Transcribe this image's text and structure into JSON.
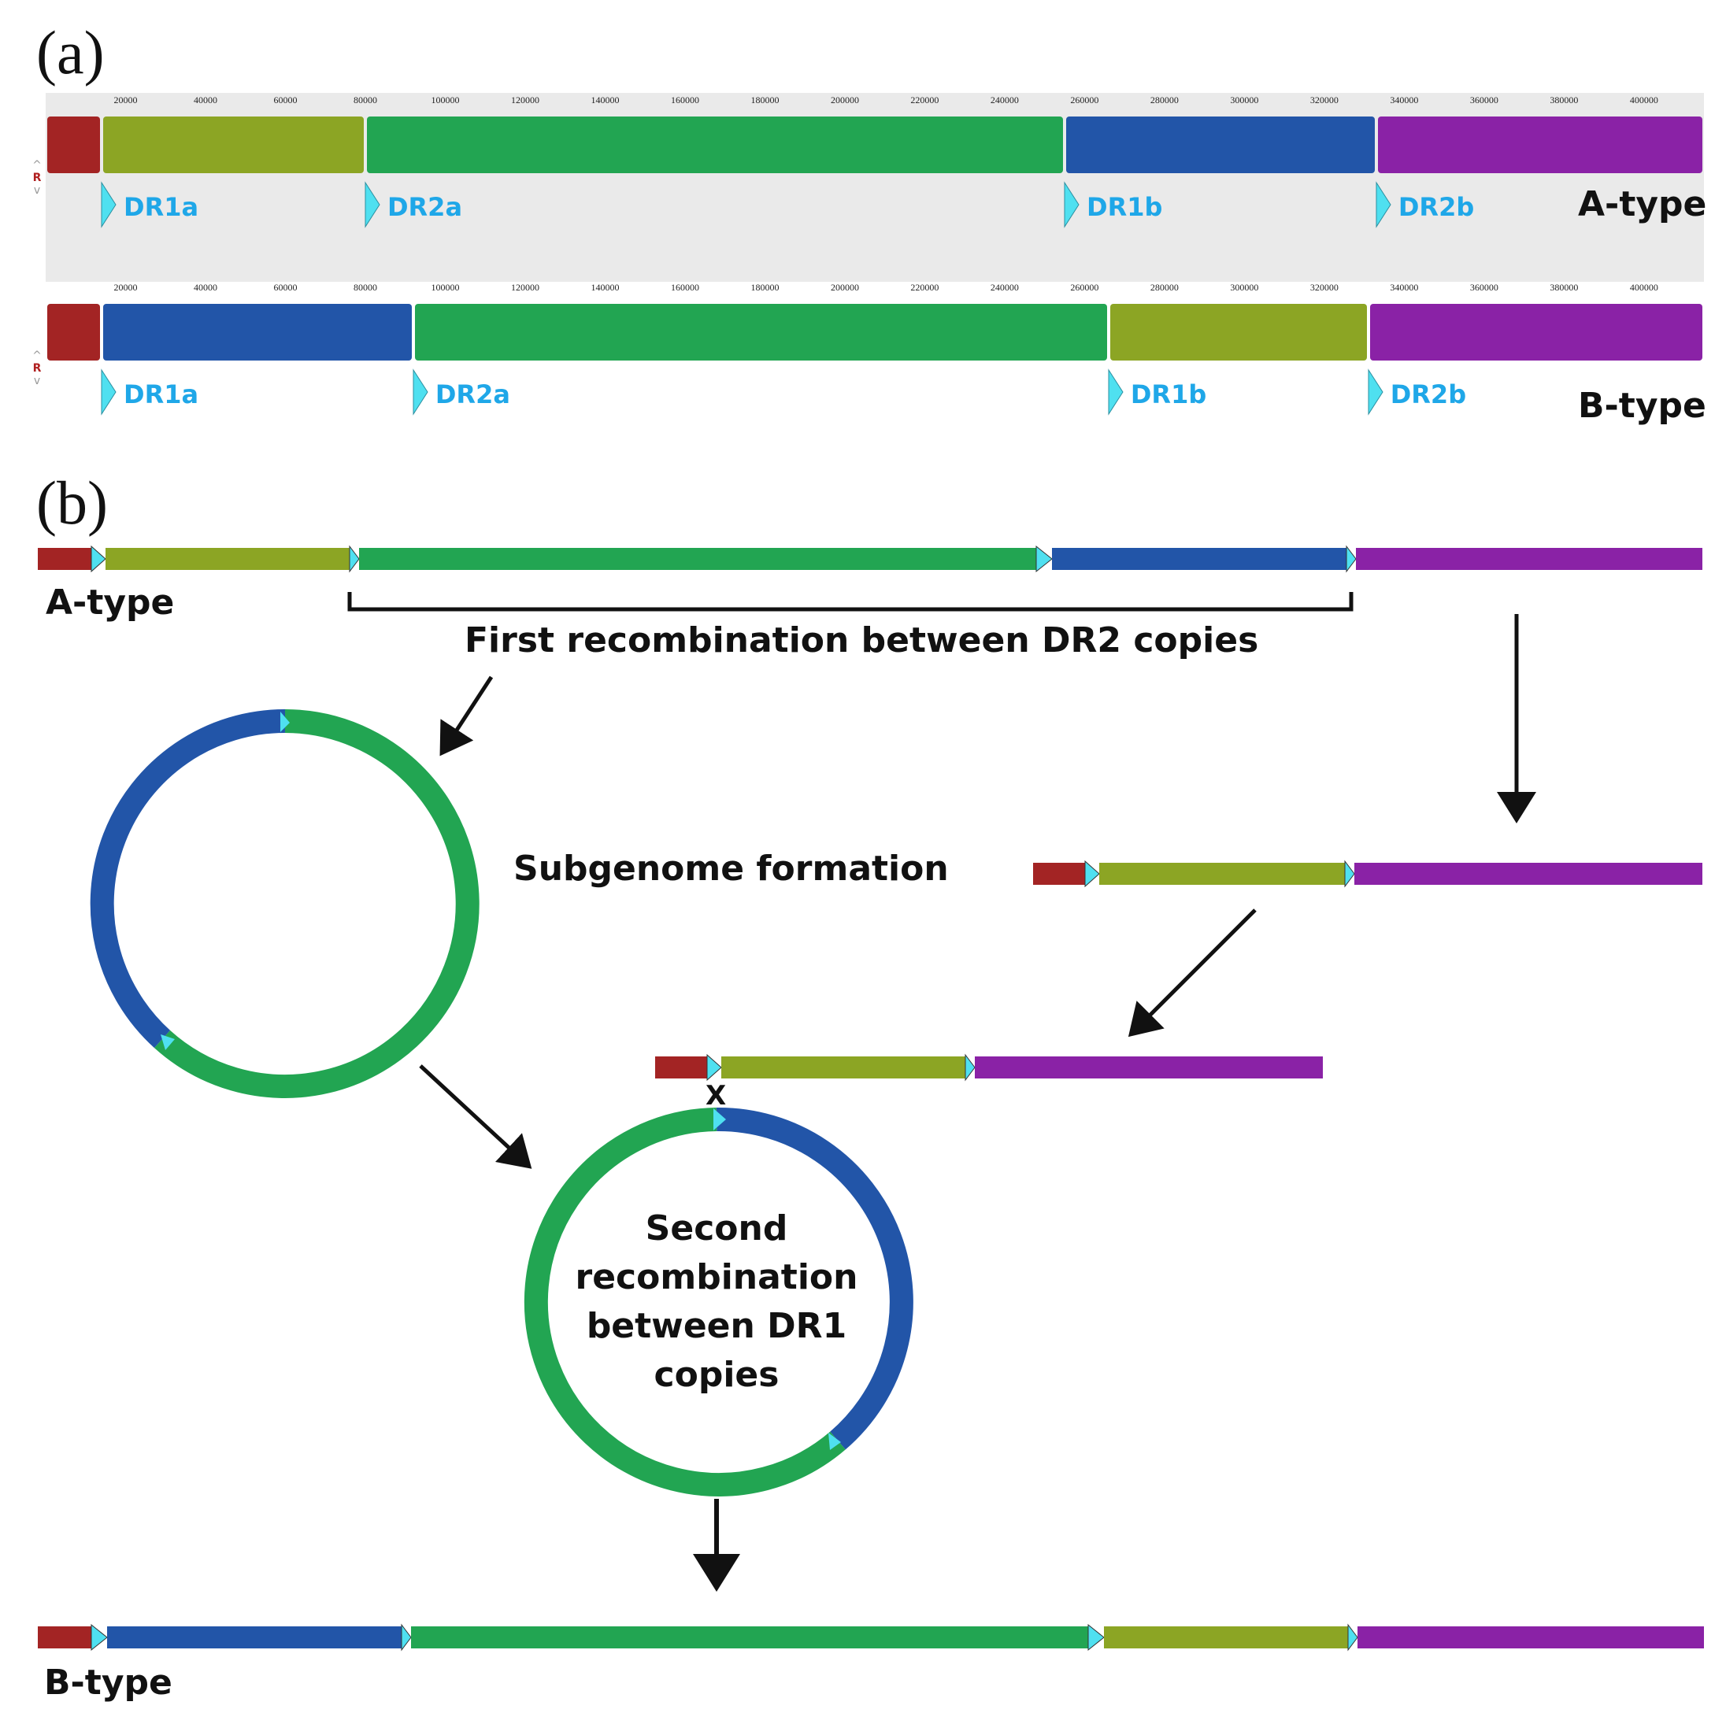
{
  "panels": {
    "a": "(a)",
    "b": "(b)"
  },
  "ruler_ticks": [
    "20000",
    "40000",
    "60000",
    "80000",
    "100000",
    "120000",
    "140000",
    "160000",
    "180000",
    "200000",
    "220000",
    "240000",
    "260000",
    "280000",
    "300000",
    "320000",
    "340000",
    "360000",
    "380000",
    "400000"
  ],
  "side_control": {
    "up": "^",
    "r": "R",
    "down": "v"
  },
  "colors": {
    "red": "#a32424",
    "olive": "#8ca524",
    "green": "#22a552",
    "blue": "#2255a8",
    "purple": "#8a22a6",
    "marker": "#4fe0f0",
    "dr_label": "#1fa7e8"
  },
  "genome_a": {
    "type_label": "A-type",
    "segments": [
      {
        "color": "red",
        "start": 0,
        "end": 14000
      },
      {
        "color": "olive",
        "start": 14000,
        "end": 80000
      },
      {
        "color": "green",
        "start": 80000,
        "end": 255000
      },
      {
        "color": "blue",
        "start": 255000,
        "end": 333000
      },
      {
        "color": "purple",
        "start": 333000,
        "end": 415000
      }
    ],
    "markers": [
      {
        "label": "DR1a",
        "pos": 14000
      },
      {
        "label": "DR2a",
        "pos": 80000
      },
      {
        "label": "DR1b",
        "pos": 255000
      },
      {
        "label": "DR2b",
        "pos": 333000
      }
    ]
  },
  "genome_b": {
    "type_label": "B-type",
    "segments": [
      {
        "color": "red",
        "start": 0,
        "end": 14000
      },
      {
        "color": "blue",
        "start": 14000,
        "end": 92000
      },
      {
        "color": "green",
        "start": 92000,
        "end": 266000
      },
      {
        "color": "olive",
        "start": 266000,
        "end": 331000
      },
      {
        "color": "purple",
        "start": 331000,
        "end": 415000
      }
    ],
    "markers": [
      {
        "label": "DR1a",
        "pos": 14000
      },
      {
        "label": "DR2a",
        "pos": 92000
      },
      {
        "label": "DR1b",
        "pos": 266000
      },
      {
        "label": "DR2b",
        "pos": 331000
      }
    ]
  },
  "panel_b": {
    "a_type_label": "A-type",
    "b_type_label": "B-type",
    "first_recombination": "First recombination between DR2 copies",
    "subgenome_formation": "Subgenome formation",
    "second_recombination": [
      "Second",
      "recombination",
      "between DR1",
      "copies"
    ],
    "crossover_mark": "X"
  }
}
